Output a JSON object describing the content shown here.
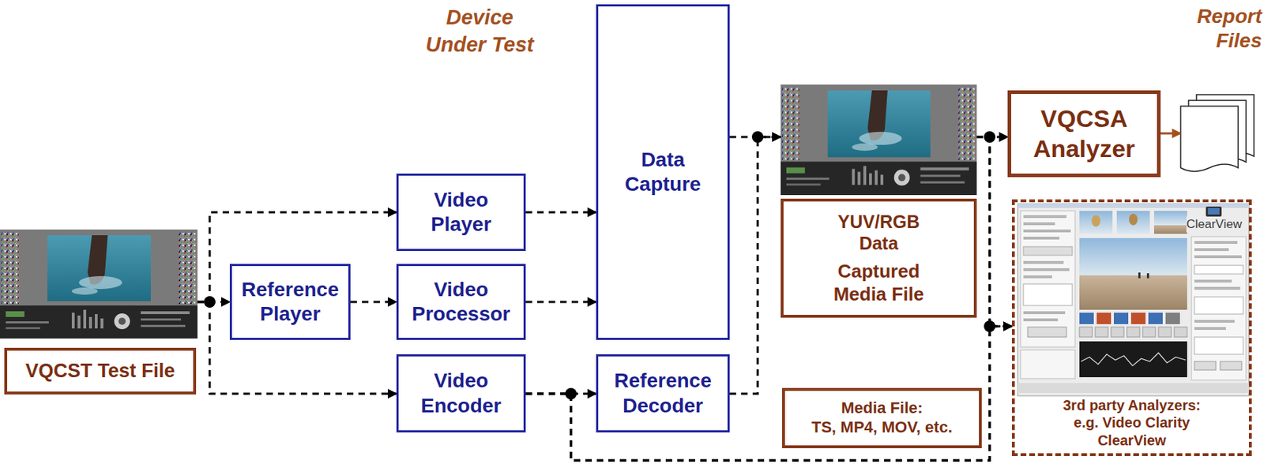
{
  "diagram": {
    "nodes": [
      {
        "text": [
          "VQCST Test File"
        ]
      },
      {
        "text": [
          "Reference Player"
        ]
      },
      {
        "text": [
          "Video Player"
        ]
      },
      {
        "text": [
          "Video Processor"
        ]
      },
      {
        "text": [
          "Video Encoder"
        ]
      },
      {
        "text": [
          "Data Capture"
        ]
      },
      {
        "text": [
          "Reference Decoder"
        ]
      },
      {
        "text": [
          "YUV/RGB Data",
          "Captured Media File"
        ]
      },
      {
        "text": [
          "Media File:",
          "TS, MP4, MOV, etc."
        ]
      },
      {
        "text": [
          "VQCSA Analyzer"
        ]
      },
      {
        "text": [
          "Report Files"
        ]
      },
      {
        "text": [
          "3rd party Analyzers:",
          "e.g. Video Clarity ClearView"
        ]
      }
    ],
    "edges": [
      {
        "from": 0,
        "to": 1,
        "arrow": "to"
      },
      {
        "from": 0,
        "to": 2,
        "arrow": "to"
      },
      {
        "from": 0,
        "to": 4,
        "arrow": "to"
      },
      {
        "from": 1,
        "to": 3,
        "arrow": "to"
      },
      {
        "from": 2,
        "to": 5,
        "arrow": "to"
      },
      {
        "from": 3,
        "to": 5,
        "arrow": "to"
      },
      {
        "from": 4,
        "to": 6,
        "arrow": "to"
      },
      {
        "from": 5,
        "to": 7,
        "arrow": "to"
      },
      {
        "from": 6,
        "to": 7,
        "arrow": "to"
      },
      {
        "from": 7,
        "to": 9,
        "arrow": "to"
      },
      {
        "from": 7,
        "to": 11,
        "arrow": "to"
      },
      {
        "from": 4,
        "to": 9,
        "arrow": "to"
      },
      {
        "from": 4,
        "to": 11,
        "arrow": "to"
      },
      {
        "from": 9,
        "to": 10,
        "arrow": "to"
      }
    ],
    "labels": [
      "Device Under Test",
      "ClearView"
    ]
  }
}
